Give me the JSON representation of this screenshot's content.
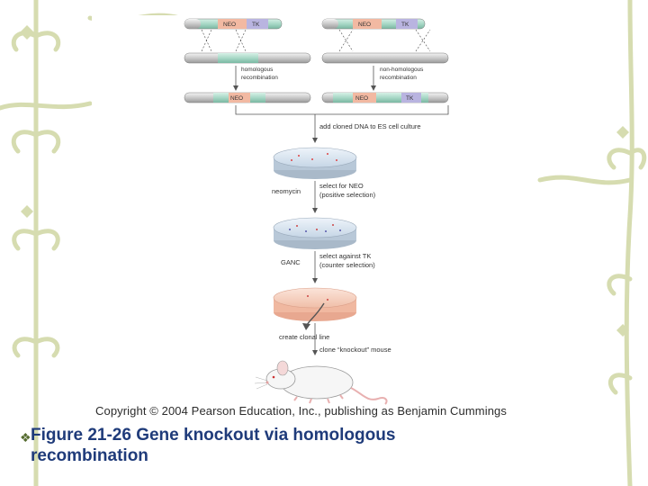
{
  "figure": {
    "genes": {
      "neo": "NEO",
      "tk": "TK"
    },
    "labels": {
      "homologous": "homologous",
      "homologous_recombination": "recombination",
      "non_homologous": "non-homologous",
      "non_homologous_recombination": "recombination",
      "add_dna": "add cloned DNA to ES cell culture",
      "neomycin": "neomycin",
      "select_neo_1": "select for NEO",
      "select_neo_2": "(positive selection)",
      "ganc": "GANC",
      "select_tk_1": "select against TK",
      "select_tk_2": "(counter selection)",
      "create_line": "create clonal line",
      "clone_mouse": "clone “knockout” mouse"
    },
    "copyright": "Copyright © 2004 Pearson Education, Inc., publishing as Benjamin Cummings"
  },
  "caption": {
    "line1": "Figure 21-26 Gene knockout via homologous",
    "line2": "recombination"
  },
  "colors": {
    "vine": "#d6dcb0",
    "neo": "#f2b9a2",
    "tk": "#b9b4e0",
    "dna_flank": "#a8d8c6",
    "caption": "#1f3b7a"
  }
}
